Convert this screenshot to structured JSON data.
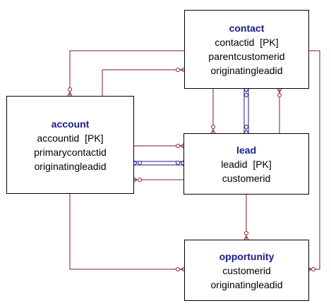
{
  "colors": {
    "relationship": "#8b1a1a",
    "self_relationship": "#1a1a8c",
    "title": "#1a1a8c",
    "border": "#000000"
  },
  "entities": {
    "contact": {
      "title": "contact",
      "fields": [
        "contactid  [PK]",
        "parentcustomerid",
        "originatingleadid"
      ]
    },
    "account": {
      "title": "account",
      "fields": [
        "accountid  [PK]",
        "primarycontactid",
        "originatingleadid"
      ]
    },
    "lead": {
      "title": "lead",
      "fields": [
        "leadid  [PK]",
        "customerid"
      ]
    },
    "opportunity": {
      "title": "opportunity",
      "fields": [
        "customerid",
        "originatingleadid"
      ]
    }
  }
}
